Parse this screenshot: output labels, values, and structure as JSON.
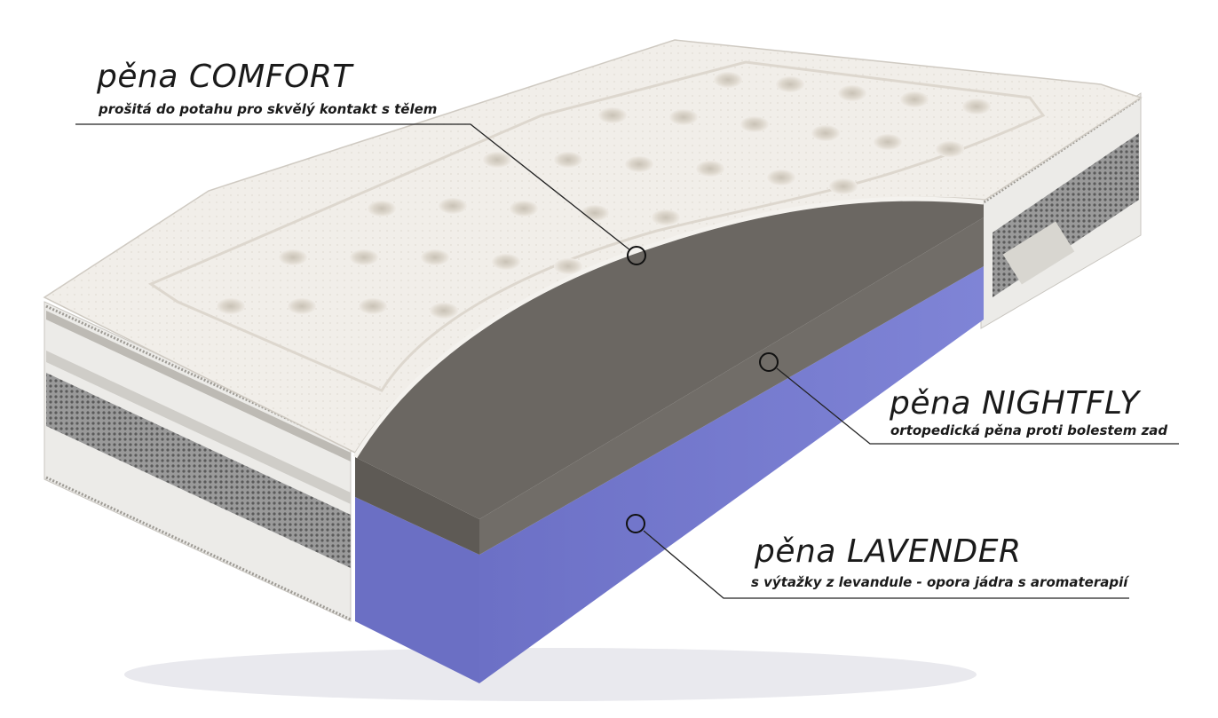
{
  "callouts": {
    "comfort": {
      "title": "pěna COMFORT",
      "description": "prošitá do potahu pro skvělý kontakt s tělem"
    },
    "nightfly": {
      "title": "pěna NIGHTFLY",
      "description": "ortopedická pěna proti bolestem zad"
    },
    "lavender": {
      "title": "pěna LAVENDER",
      "description": "s výtažky z levandule - opora jádra s aromaterapií"
    }
  },
  "colors": {
    "cover": "#eeebe6",
    "nightfly_layer": "#6b6762",
    "lavender_layer": "#7b7fd0",
    "leader_line": "#222222"
  }
}
